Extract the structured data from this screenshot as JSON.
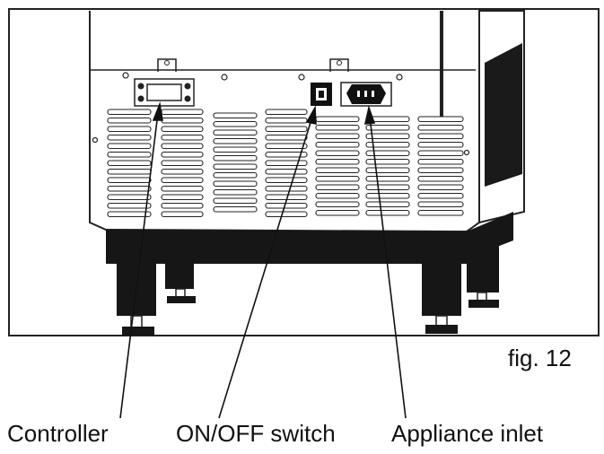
{
  "figure": {
    "label": "fig. 12",
    "callouts": [
      {
        "id": "controller",
        "text": "Controller"
      },
      {
        "id": "switch",
        "text": "ON/OFF switch"
      },
      {
        "id": "inlet",
        "text": "Appliance inlet"
      }
    ]
  },
  "colors": {
    "line": "#111111",
    "dark": "#161616",
    "fill": "#ffffff"
  }
}
